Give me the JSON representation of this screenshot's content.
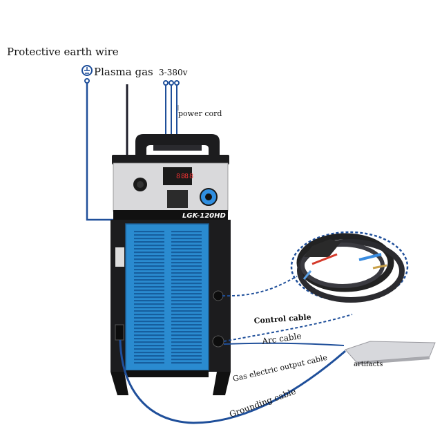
{
  "labels": {
    "protective_earth": "Protective earth wire",
    "plasma_gas": "Plasma gas",
    "voltage": "3-380v",
    "power_cord": "power cord",
    "control_cable": "Control cable",
    "arc_cable": "Arc cable",
    "gas_electric_output": "Gas electric output cable",
    "artifacts": "artifacts",
    "grounding_cable": "Grounding cable"
  },
  "machine": {
    "model": "LGK-120HD",
    "display_left": "8.8",
    "display_right": "8.8"
  },
  "colors": {
    "cable_blue": "#1f4f9a",
    "machine_blue": "#2a8bd0",
    "machine_black": "#1c1c1e",
    "panel_silver": "#d9d9db"
  }
}
